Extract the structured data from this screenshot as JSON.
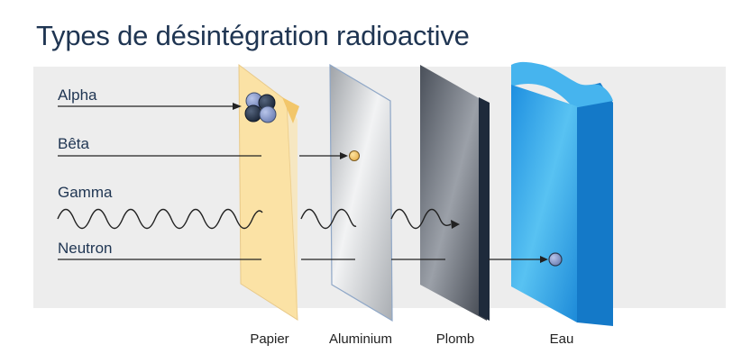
{
  "title": "Types de désintégration radioactive",
  "radiations": [
    {
      "id": "alpha",
      "label": "Alpha"
    },
    {
      "id": "beta",
      "label": "Bêta"
    },
    {
      "id": "gamma",
      "label": "Gamma"
    },
    {
      "id": "neutron",
      "label": "Neutron"
    }
  ],
  "shields": [
    {
      "id": "paper",
      "label": "Papier"
    },
    {
      "id": "aluminium",
      "label": "Aluminium"
    },
    {
      "id": "lead",
      "label": "Plomb"
    },
    {
      "id": "water",
      "label": "Eau"
    }
  ],
  "colors": {
    "title": "#1f3552",
    "background_band": "#ededed",
    "paper": "#fbe2a5",
    "aluminium": "#c7c9cc",
    "lead": "#606670",
    "water": "#2aa4e6",
    "particle_proton": "#2c3b52",
    "particle_neutron": "#7d8fc1",
    "beta_particle": "#f2c46a"
  }
}
